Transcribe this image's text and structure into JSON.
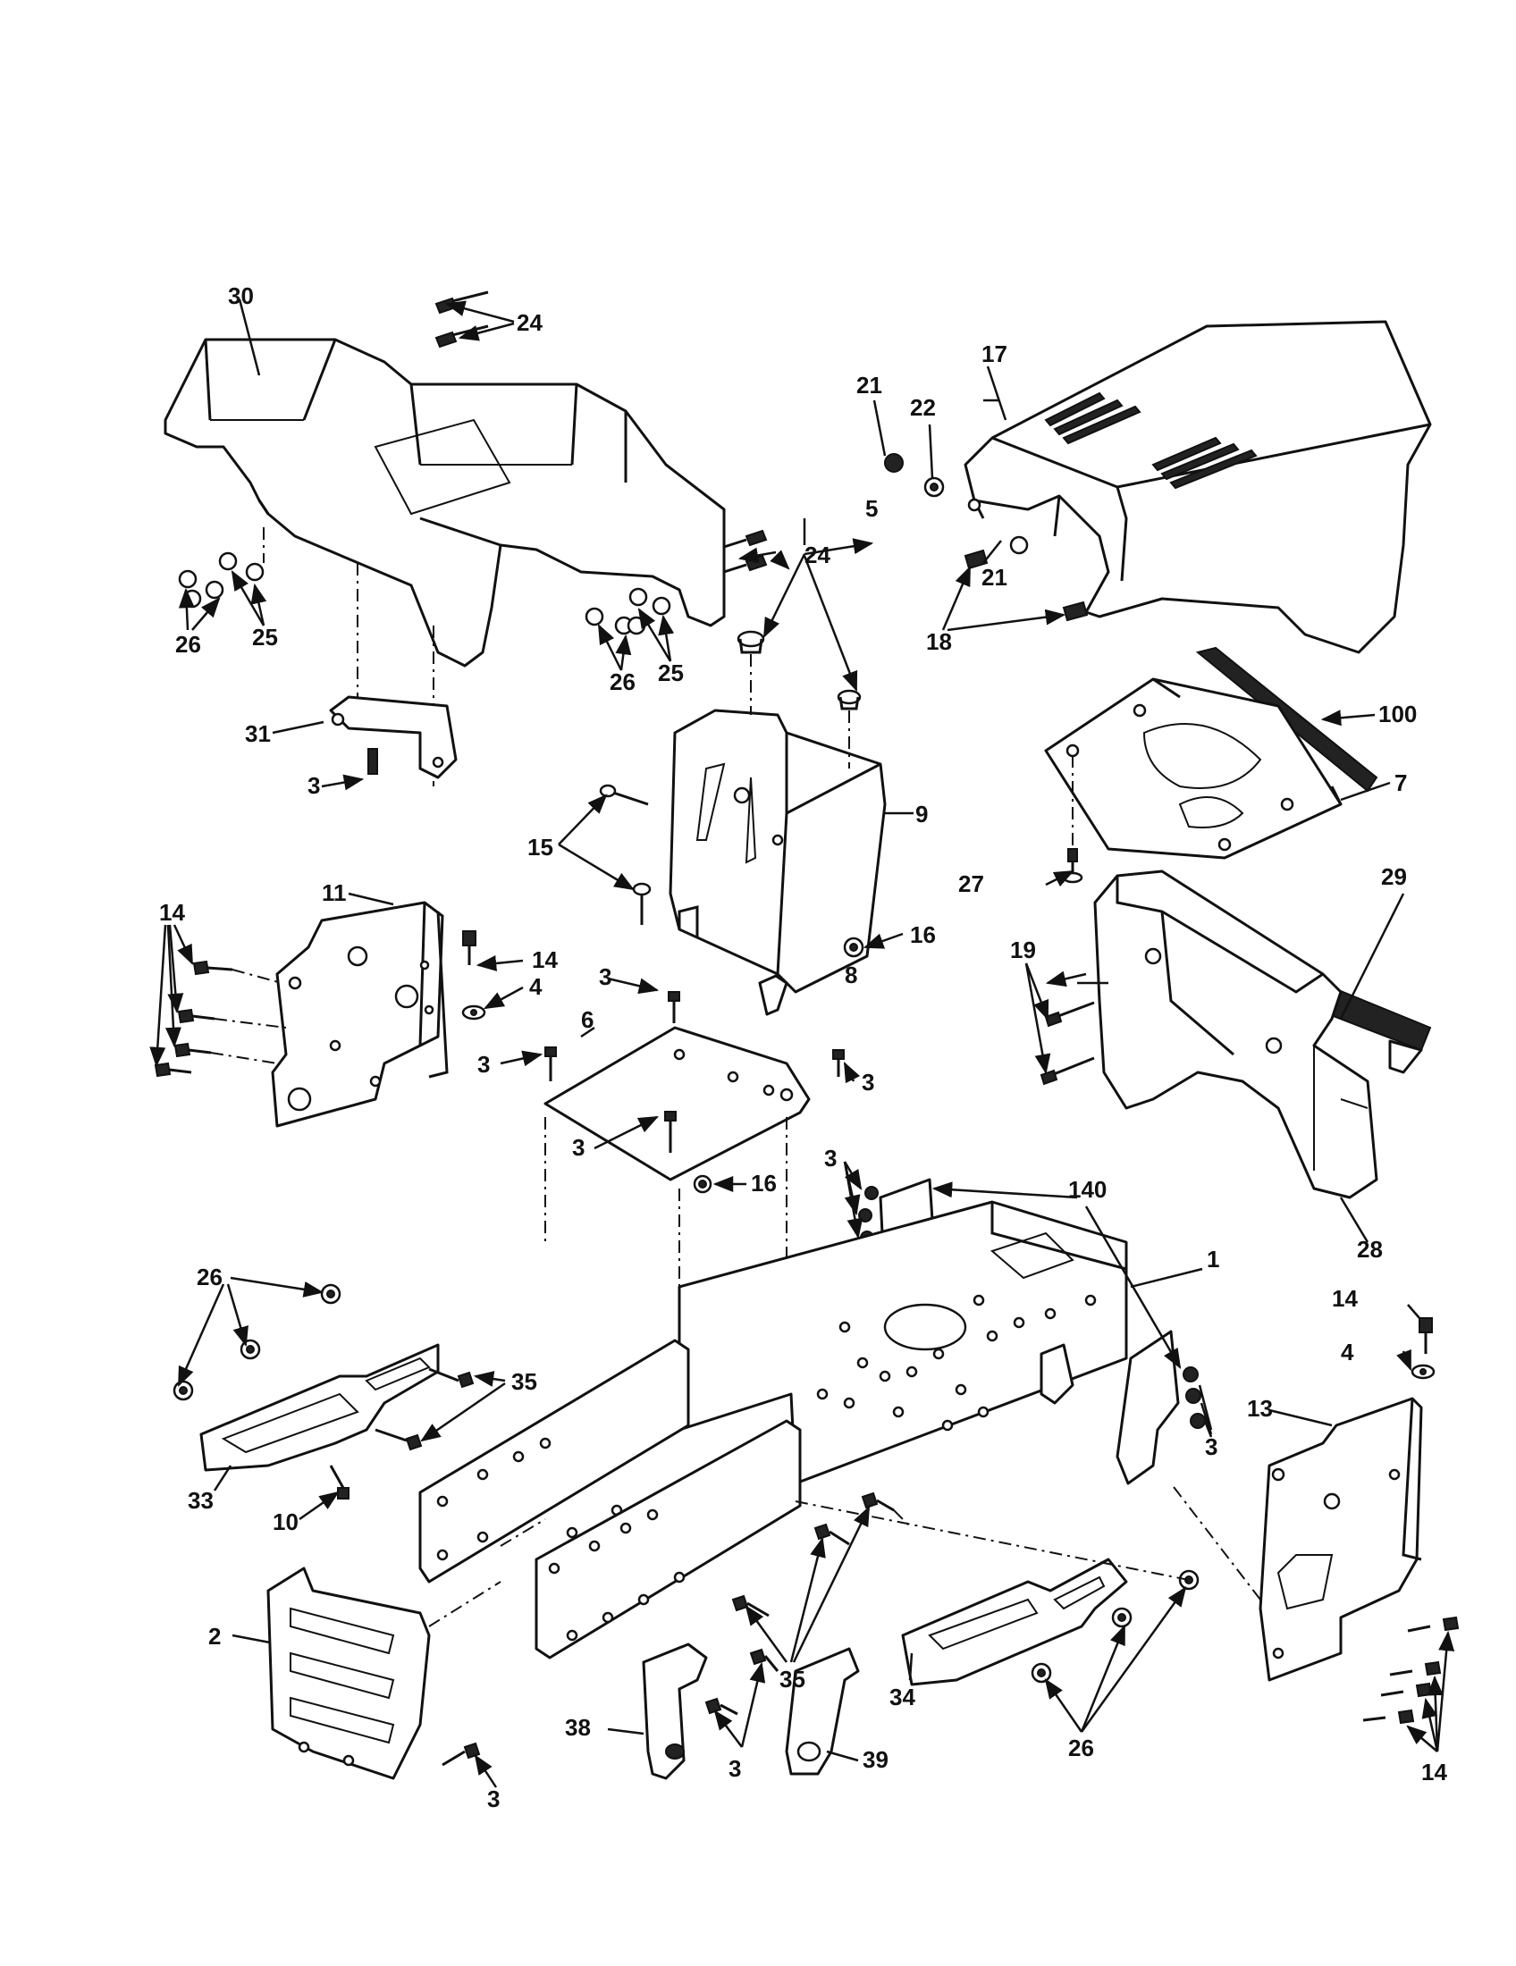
{
  "diagram": {
    "labels": [
      "30",
      "24",
      "24",
      "17",
      "21",
      "22",
      "21",
      "18",
      "26",
      "25",
      "26",
      "25",
      "5",
      "100",
      "7",
      "31",
      "3",
      "15",
      "9",
      "27",
      "16",
      "29",
      "14",
      "11",
      "14",
      "4",
      "3",
      "8",
      "6",
      "3",
      "3",
      "3",
      "19",
      "16",
      "3",
      "140",
      "28",
      "1",
      "26",
      "35",
      "14",
      "4",
      "13",
      "33",
      "10",
      "3",
      "2",
      "3",
      "35",
      "38",
      "3",
      "39",
      "34",
      "26",
      "14"
    ]
  }
}
